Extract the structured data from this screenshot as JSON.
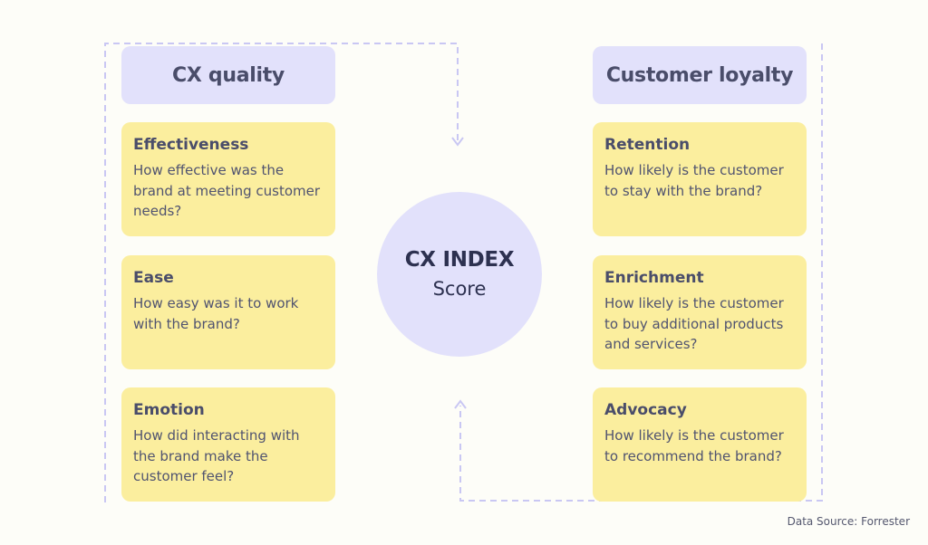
{
  "left_column": {
    "title": "CX quality",
    "cards": [
      {
        "title": "Effectiveness",
        "text": "How effective was the brand at meeting customer needs?"
      },
      {
        "title": "Ease",
        "text": "How easy was it to work with the brand?"
      },
      {
        "title": "Emotion",
        "text": "How did interacting with the brand make the customer feel?"
      }
    ]
  },
  "right_column": {
    "title": "Customer loyalty",
    "cards": [
      {
        "title": "Retention",
        "text": "How likely is the customer to stay with the brand?"
      },
      {
        "title": "Enrichment",
        "text": "How likely is the customer to buy additional products and services?"
      },
      {
        "title": "Advocacy",
        "text": "How likely is the customer to recommend the brand?"
      }
    ]
  },
  "center": {
    "line1": "CX INDEX",
    "line2": "Score"
  },
  "footer": {
    "source": "Data Source: Forrester"
  },
  "colors": {
    "header_fill": "#e2e1fb",
    "card_fill": "#fbee9e",
    "connector": "#c9c7f3",
    "text": "#4a4d6a"
  }
}
